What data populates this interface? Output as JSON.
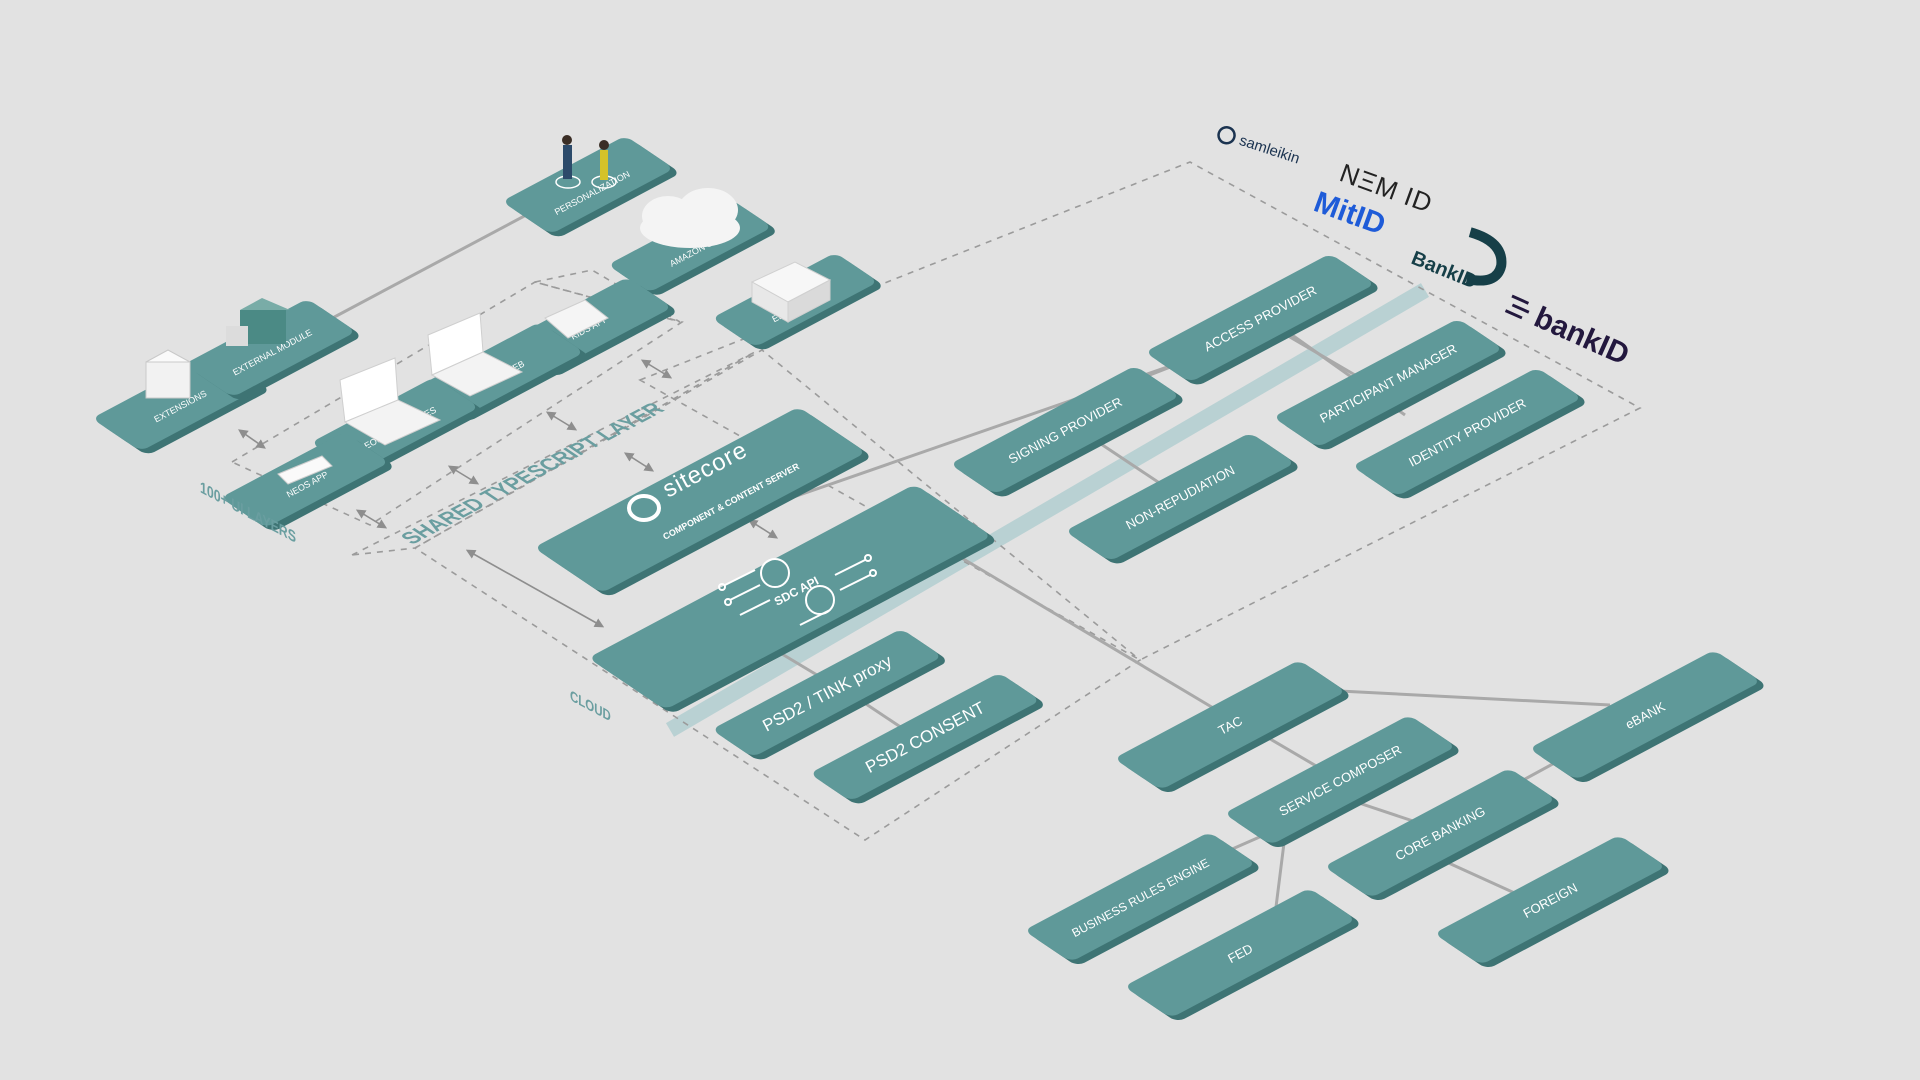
{
  "colors": {
    "background": "#e2e2e2",
    "tile_top": "#5f9999",
    "tile_side": "#3e7474",
    "tile_text": "#ffffff",
    "connector": "#a9a9a9",
    "dashed": "#9b9b9b",
    "label_accent": "#6a9ea0",
    "band": "#b9d1d3"
  },
  "frontend": {
    "layer_label": "SHARED TYPESCRIPT LAYER",
    "ui_label": "100+ UI LAYERS",
    "cloud_label": "CLOUD",
    "tiles": {
      "personalization": "PERSONALIZATION",
      "amazon_s3": "AMAZON S3",
      "edw": "EDW / SAS IN",
      "external_module": "EXTERNAL MODULE",
      "extensions": "EXTENSIONS",
      "kids_app": "KIDS APP",
      "neos_web": "NEOS WEB",
      "neos_open_pages": "NEOS OPEN PAGES",
      "neos_app": "NEOS APP"
    }
  },
  "core": {
    "sitecore_brand": "sitecore",
    "sitecore_sub": "COMPONENT & CONTENT SERVER",
    "sdc_api": "SDC API",
    "psd2_tink": "PSD2 / TINK proxy",
    "psd2_consent": "PSD2 CONSENT"
  },
  "identity": {
    "logos": {
      "samleikin": "samleikin",
      "nemid": "NΞM ID",
      "mitid": "MitID",
      "bankid_no": "BankID",
      "bankid_se": "bankID"
    },
    "access_provider": "ACCESS PROVIDER",
    "signing_provider": "SIGNING PROVIDER",
    "participant_manager": "PARTICIPANT MANAGER",
    "identity_provider": "IDENTITY PROVIDER",
    "non_repudiation": "NON-REPUDIATION"
  },
  "backend": {
    "tac": "TAC",
    "ebank": "eBANK",
    "service_composer": "SERVICE COMPOSER",
    "core_banking": "CORE BANKING",
    "business_rules_engine": "BUSINESS RULES ENGINE",
    "fed": "FED",
    "foreign": "FOREIGN"
  }
}
